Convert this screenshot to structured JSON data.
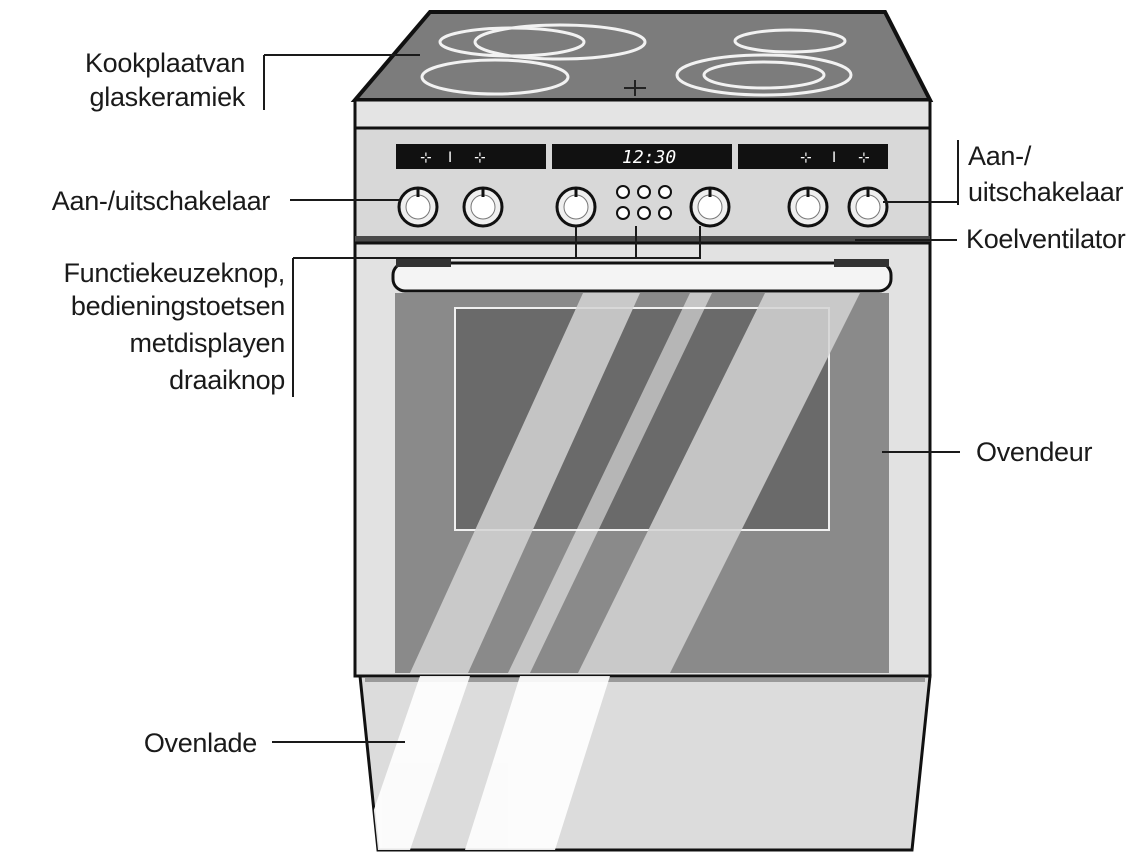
{
  "labels": {
    "cooktop": [
      "Kookplaatvan",
      "glaskeramiek"
    ],
    "switch_left": "Aan-/uitschakelaar",
    "switch_right": [
      "Aan-/",
      "uitschakelaar"
    ],
    "cooling_fan": "Koelventilator",
    "function_controls": [
      "Functiekeuzeknop,",
      "bedieningstoetsen",
      "metdisplayen",
      "draaiknop"
    ],
    "oven_door": "Ovendeur",
    "drawer": "Ovenlade"
  },
  "display": {
    "clock": "12:30",
    "left_symbols": [
      "⊹",
      "I",
      "⊹"
    ],
    "right_symbols": [
      "⊹",
      "I",
      "⊹"
    ]
  },
  "colors": {
    "outline": "#111111",
    "cooktop": "#7c7c7c",
    "panel": "#d8d8d8",
    "door": "#8a8a8a",
    "glass": "#6a6a6a",
    "drawer": "#dcdcdc",
    "display": "#111111"
  }
}
